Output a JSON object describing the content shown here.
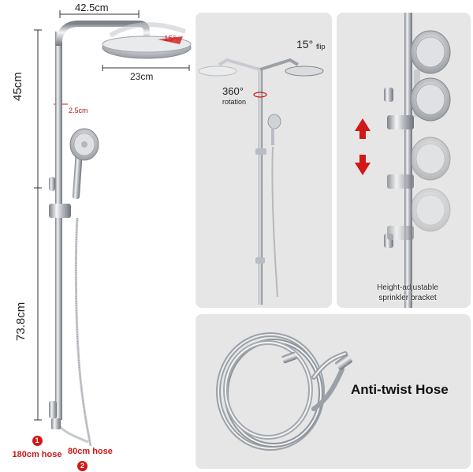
{
  "left_panel": {
    "width_label": "42.5cm",
    "head_label": "23cm",
    "angle_label": "15°",
    "height_top_label": "45cm",
    "pipe_label": "2.5cm",
    "height_bottom_label": "73.8cm",
    "hose1_badge": "1",
    "hose1_label": "180cm hose",
    "hose2_badge": "2",
    "hose2_label": "80cm hose"
  },
  "panel_rotation": {
    "rotation_value": "360°",
    "rotation_word": "rotation",
    "flip_value": "15°",
    "flip_word": "flip"
  },
  "panel_bracket": {
    "caption_line1": "Height-adjustable",
    "caption_line2": "sprinkler bracket"
  },
  "panel_hose": {
    "title": "Anti-twist Hose"
  },
  "colors": {
    "accent_red": "#d01818",
    "panel_bg": "#e6e6e6",
    "chrome": "#b8bcc2"
  }
}
